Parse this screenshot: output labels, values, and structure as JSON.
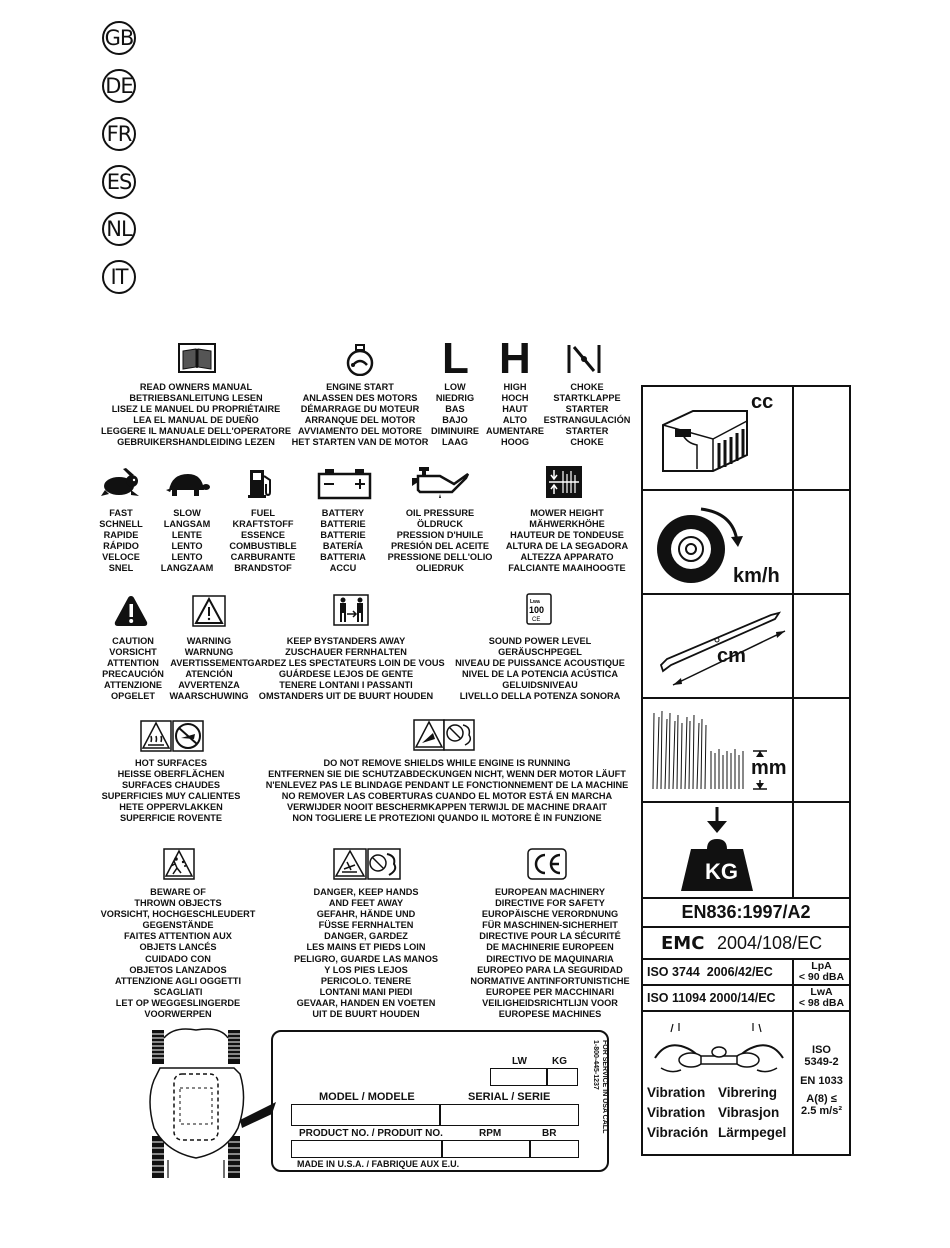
{
  "languages": [
    "GB",
    "DE",
    "FR",
    "ES",
    "NL",
    "IT"
  ],
  "symbols": {
    "read_manual": "READ OWNERS MANUAL\nBETRIEBSANLEITUNG LESEN\nLISEZ LE MANUEL DU PROPRIÉTAIRE\nLEA EL MANUAL DE DUEÑO\nLEGGERE IL MANUALE DELL'OPERATORE\nGEBRUIKERSHANDLEIDING LEZEN",
    "engine_start": "ENGINE START\nANLASSEN DES MOTORS\nDÉMARRAGE DU MOTEUR\nARRANQUE DEL MOTOR\nAVVIAMENTO DEL MOTORE\nHET STARTEN VAN DE MOTOR",
    "low_letter": "L",
    "low": "LOW\nNIEDRIG\nBAS\nBAJO\nDIMINUIRE\nLAAG",
    "high_letter": "H",
    "high": "HIGH\nHOCH\nHAUT\nALTO\nAUMENTARE\nHOOG",
    "choke": "CHOKE\nSTARTKLAPPE\nSTARTER\nESTRANGULACIÓN\nSTARTER\nCHOKE",
    "fast": "FAST\nSCHNELL\nRAPIDE\nRÁPIDO\nVELOCE\nSNEL",
    "slow": "SLOW\nLANGSAM\nLENTE\nLENTO\nLENTO\nLANGZAAM",
    "fuel": "FUEL\nKRAFTSTOFF\nESSENCE\nCOMBUSTIBLE\nCARBURANTE\nBRANDSTOF",
    "battery": "BATTERY\nBATTERIE\nBATTERIE\nBATERÍA\nBATTERIA\nACCU",
    "oil_pressure": "OIL PRESSURE\nÖLDRUCK\nPRESSION D'HUILE\nPRESIÓN DEL ACEITE\nPRESSIONE DELL'OLIO\nOLIEDRUK",
    "mower_height": "MOWER HEIGHT\nMÄHWERKHÖHE\nHAUTEUR DE TONDEUSE\nALTURA DE LA SEGADORA\nALTEZZA APPARATO\nFALCIANTE MAAIHOOGTE",
    "caution": "CAUTION\nVORSICHT\nATTENTION\nPRECAUCIÓN\nATTENZIONE\nOPGELET",
    "warning": "WARNING\nWARNUNG\nAVERTISSEMENT\nATENCIÓN\nAVVERTENZA\nWAARSCHUWING",
    "bystanders": "KEEP BYSTANDERS AWAY\nZUSCHAUER FERNHALTEN\nGARDEZ LES SPECTATEURS LOIN DE VOUS\nGUÁRDESE LEJOS DE GENTE\nTENERE LONTANI I PASSANTI\nOMSTANDERS UIT DE BUURT HOUDEN",
    "sound_power": "SOUND POWER LEVEL\nGERÄUSCHPEGEL\nNIVEAU DE PUISSANCE ACOUSTIQUE\nNIVEL DE LA POTENCIA ACÚSTICA\nGELUIDSNIVEAU\nLIVELLO DELLA POTENZA SONORA",
    "sound_icon_value": "100",
    "hot_surfaces": "HOT SURFACES\nHEISSE OBERFLÄCHEN\nSURFACES CHAUDES\nSUPERFICIES MUY CALIENTES\nHETE OPPERVLAKKEN\nSUPERFICIE ROVENTE",
    "shields": "DO NOT REMOVE SHIELDS WHILE ENGINE IS RUNNING\nENTFERNEN SIE DIE SCHUTZABDECKUNGEN NICHT, WENN DER MOTOR LÄUFT\nN'ENLEVEZ PAS LE BLINDAGE PENDANT LE FONCTIONNEMENT DE LA MACHINE\nNO REMOVER LAS COBERTURAS CUANDO EL MOTOR ESTÁ EN MARCHA\nVERWIJDER NOOIT BESCHERMKAPPEN TERWIJL DE MACHINE DRAAIT\nNON TOGLIERE LE PROTEZIONI QUANDO IL MOTORE È IN FUNZIONE",
    "thrown_objects": "BEWARE OF\nTHROWN OBJECTS\nVORSICHT, HOCHGESCHLEUDERT\nGEGENSTÄNDE\nFAITES ATTENTION AUX\nOBJETS LANCÉS\nCUIDADO CON\nOBJETOS LANZADOS\nATTENZIONE AGLI OGGETTI\nSCAGLIATI\nLET OP WEGGESLINGERDE\nVOORWERPEN",
    "hands_feet": "DANGER, KEEP HANDS\nAND FEET AWAY\nGEFAHR, HÄNDE UND\nFÜSSE FERNHALTEN\nDANGER, GARDEZ\nLES MAINS ET PIEDS LOIN\nPELIGRO, GUARDE LAS MANOS\nY LOS PIES LEJOS\nPERICOLO. TENERE\nLONTANI MANI PIEDI\nGEVAAR, HANDEN EN VOETEN\nUIT DE BUURT HOUDEN",
    "european_machinery": "EUROPEAN MACHINERY\nDIRECTIVE FOR SAFETY\nEUROPÄISCHE VERORDNUNG\nFÜR MASCHINEN-SICHERHEIT\nDIRECTIVE POUR LA SÉCURITÉ\nDE MACHINERIE EUROPEEN\nDIRECTIVO DE MAQUINARIA\nEUROPEO PARA LA SEGURIDAD\nNORMATIVE ANTINFORTUNISTICHE\nEUROPEE PER MACCHINARI\nVEILIGHEIDSRICHTLIJN VOOR\nEUROPESE MACHINES",
    "ce_mark": "CE"
  },
  "right_panel": {
    "cc": "cc",
    "kmh": "km/h",
    "cm": "cm",
    "mm": "mm",
    "kg": "KG",
    "en836": "EN836:1997/A2",
    "emc_label": "EMC",
    "emc_value": "2004/108/EC",
    "iso3744": "ISO 3744  2006/42/EC",
    "lpa_label": "LpA",
    "lpa_value": "< 90 dBA",
    "iso11094": "ISO 11094 2000/14/EC",
    "lwa_label": "LwA",
    "lwa_value": "< 98 dBA",
    "vib1": "Vibration",
    "vib2": "Vibrering",
    "vib3": "Vibration",
    "vib4": "Vibrasjon",
    "vib5": "Vibración",
    "vib6": "Lärmpegel",
    "iso5349": "ISO\n5349-2",
    "en1033": "EN 1033",
    "a8_label": "A(8) ≤",
    "a8_value": "2.5 m/s²"
  },
  "label_plate": {
    "lw": "LW",
    "kg": "KG",
    "model": "MODEL / MODELE",
    "serial": "SERIAL / SERIE",
    "product_no": "PRODUCT NO. / PRODUIT NO.",
    "rpm": "RPM",
    "br": "BR",
    "made_in": "MADE IN U.S.A. / FABRIQUE AUX E.U.",
    "service": "FOR SERVICE IN USA CALL",
    "service_phone": "1-800-445-1237"
  }
}
